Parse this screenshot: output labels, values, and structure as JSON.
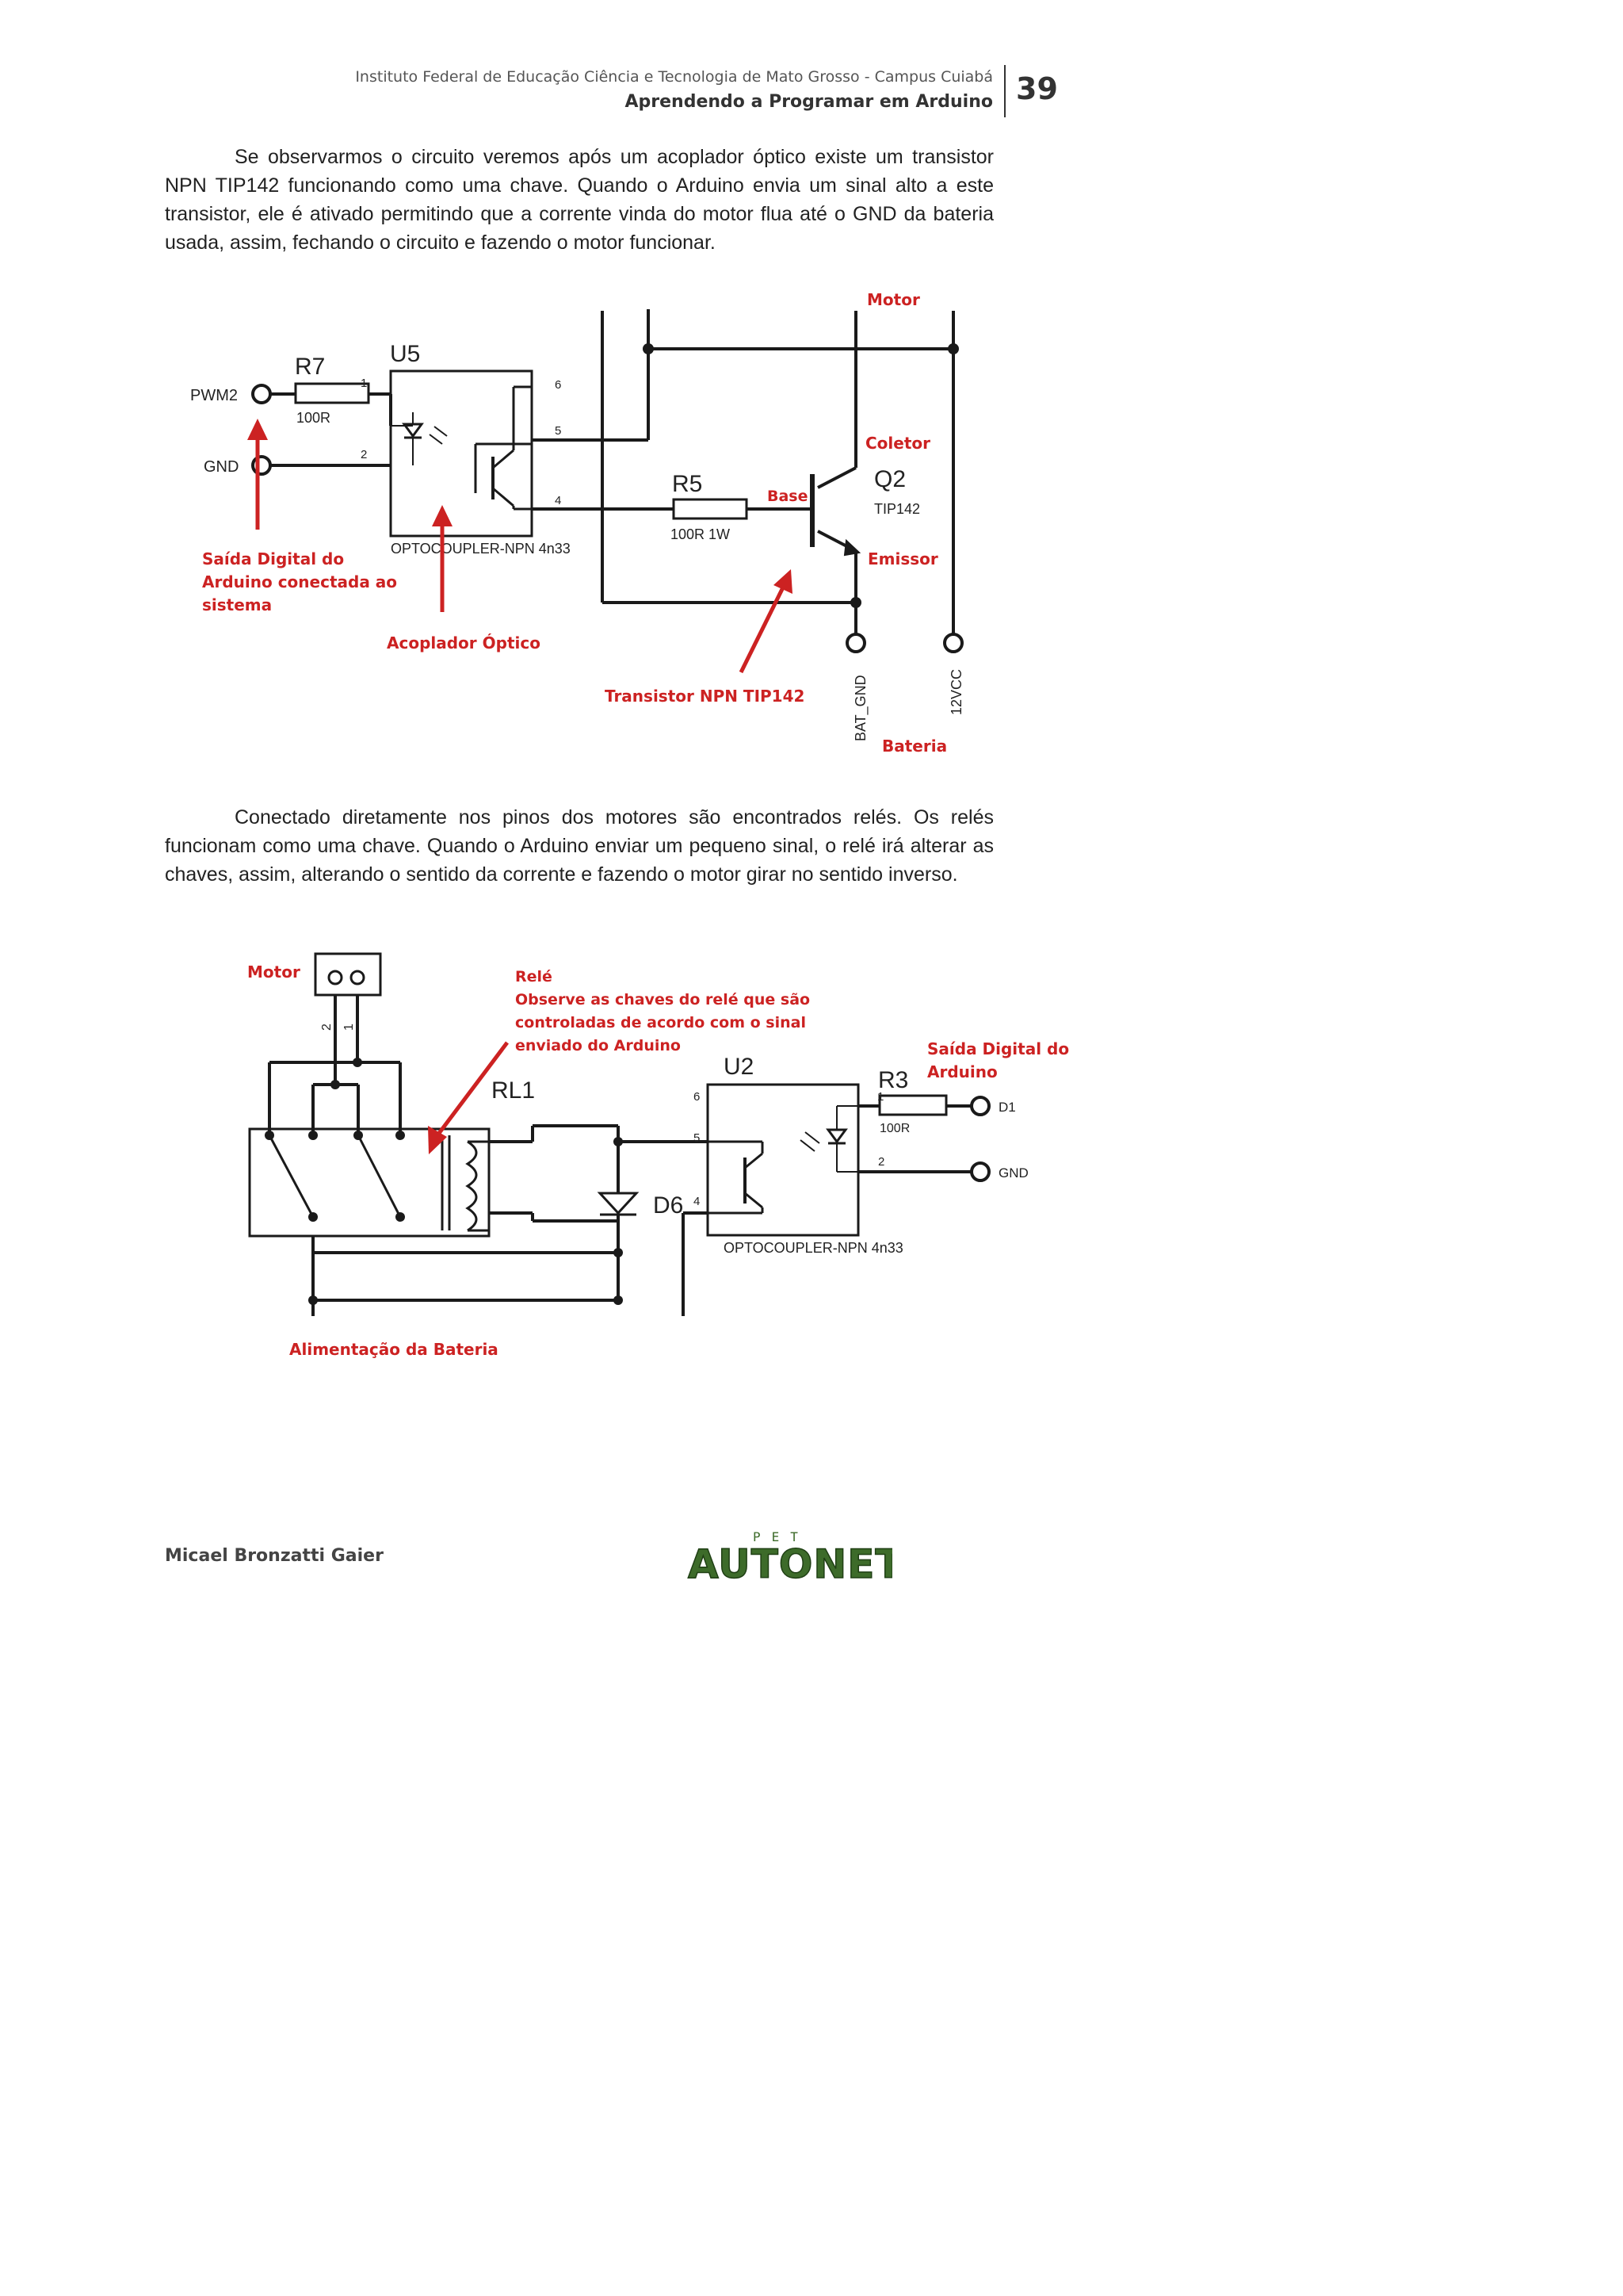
{
  "header": {
    "institution": "Instituto Federal de Educação Ciência e Tecnologia de Mato Grosso - Campus Cuiabá",
    "book_title": "Aprendendo a Programar em Arduino",
    "page_number": "39"
  },
  "paragraphs": {
    "p1": "Se observarmos o circuito veremos após um acoplador óptico existe um transistor NPN TIP142 funcionando como uma chave. Quando o Arduino envia um sinal alto a este transistor, ele é ativado permitindo que a corrente vinda do motor flua até o GND da bateria usada, assim, fechando o circuito e fazendo o motor funcionar.",
    "p2": "Conectado diretamente nos pinos dos motores são encontrados relés. Os relés funcionam como uma chave. Quando o Arduino enviar um pequeno sinal, o relé irá alterar as chaves, assim, alterando o sentido da corrente e fazendo o motor girar no sentido inverso."
  },
  "figure1": {
    "pwm_label": "PWM2",
    "gnd_label": "GND",
    "r7_label": "R7",
    "r7_value": "100R",
    "u5_label": "U5",
    "pin1": "1",
    "pin2": "2",
    "pin4": "4",
    "pin5": "5",
    "pin6": "6",
    "opto_label": "OPTOCOUPLER-NPN 4n33",
    "r5_label": "R5",
    "r5_value": "100R 1W",
    "q2_label": "Q2",
    "q2_value": "TIP142",
    "bat_gnd": "BAT_GND",
    "vcc": "12VCC",
    "ann_motor": "Motor",
    "ann_coletor": "Coletor",
    "ann_base": "Base",
    "ann_emissor": "Emissor",
    "ann_saida_1": "Saída Digital do",
    "ann_saida_2": "Arduino conectada ao",
    "ann_saida_3": "sistema",
    "ann_acoplador": "Acoplador Óptico",
    "ann_transistor": "Transistor NPN TIP142",
    "ann_bateria": "Bateria"
  },
  "figure2": {
    "motor_pin2": "2",
    "motor_pin1": "1",
    "rl1_label": "RL1",
    "u2_label": "U2",
    "r3_label": "R3",
    "r3_value": "100R",
    "d6_label": "D6",
    "pin1": "1",
    "pin2": "2",
    "pin4": "4",
    "pin5": "5",
    "pin6": "6",
    "d1_label": "D1",
    "gnd_label": "GND",
    "opto_label": "OPTOCOUPLER-NPN 4n33",
    "ann_motor": "Motor",
    "ann_rele_1": "Relé",
    "ann_rele_2": "Observe as chaves do relé que são",
    "ann_rele_3": "controladas de acordo com o sinal",
    "ann_rele_4": "enviado do Arduino",
    "ann_saida_1": "Saída Digital do",
    "ann_saida_2": "Arduino",
    "ann_alimentacao": "Alimentação da Bateria"
  },
  "footer": {
    "author": "Micael Bronzatti Gaier",
    "logo_small": "PET",
    "logo_text": "AUTONET"
  },
  "colors": {
    "annotation": "#cc2222",
    "wire": "#1a1a1a",
    "logo": "#3d6b2a"
  }
}
